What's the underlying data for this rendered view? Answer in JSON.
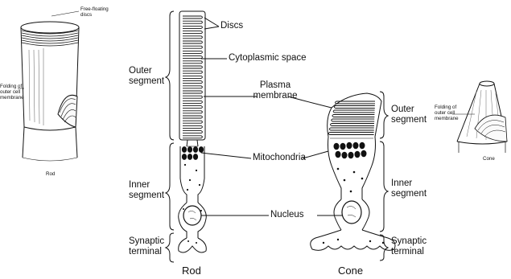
{
  "left_inset": {
    "free_floating_line1": "Free-floating",
    "free_floating_line2": "discs",
    "folding_line1": "Folding of",
    "folding_line2": "outer cell",
    "folding_line3": "membrane",
    "caption": "Rod"
  },
  "right_inset": {
    "folding_line1": "Folding of",
    "folding_line2": "outer cell",
    "folding_line3": "membrane",
    "caption": "Cone"
  },
  "main": {
    "rod_outer_line1": "Outer",
    "rod_outer_line2": "segment",
    "rod_inner_line1": "Inner",
    "rod_inner_line2": "segment",
    "rod_syn_line1": "Synaptic",
    "rod_syn_line2": "terminal",
    "discs": "Discs",
    "cytoplasmic_space": "Cytoplasmic space",
    "plasma_line1": "Plasma",
    "plasma_line2": "membrane",
    "mitochondria": "Mitochondria",
    "nucleus": "Nucleus",
    "cone_outer_line1": "Outer",
    "cone_outer_line2": "segment",
    "cone_inner_line1": "Inner",
    "cone_inner_line2": "segment",
    "cone_syn_line1": "Synaptic",
    "cone_syn_line2": "terminal",
    "rod_caption": "Rod",
    "cone_caption": "Cone"
  }
}
